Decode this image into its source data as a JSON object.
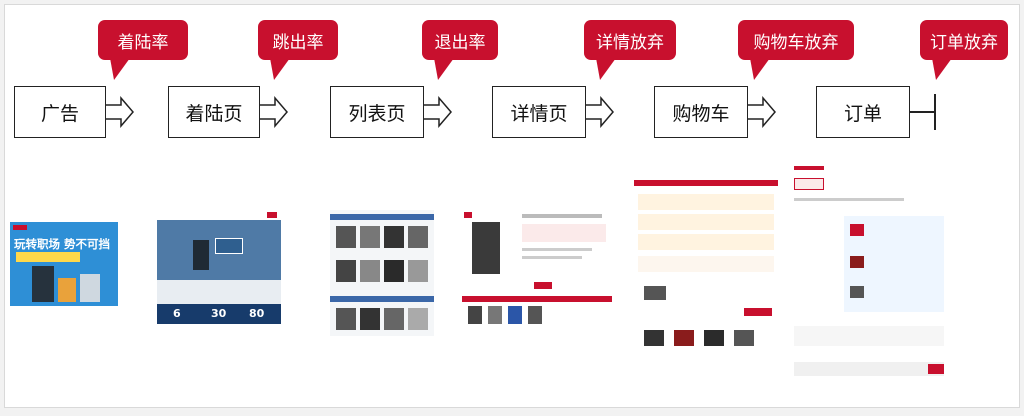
{
  "flow": {
    "stages": [
      {
        "label": "广告"
      },
      {
        "label": "着陆页"
      },
      {
        "label": "列表页"
      },
      {
        "label": "详情页"
      },
      {
        "label": "购物车"
      },
      {
        "label": "订单"
      }
    ],
    "callouts": [
      {
        "label": "着陆率"
      },
      {
        "label": "跳出率"
      },
      {
        "label": "退出率"
      },
      {
        "label": "详情放弃"
      },
      {
        "label": "购物车放弃"
      },
      {
        "label": "订单放弃"
      }
    ]
  },
  "thumbnails": {
    "ad": {
      "headline": "玩转职场 势不可挡"
    },
    "landing": {
      "stats": [
        "6",
        "30",
        "80"
      ]
    }
  },
  "colors": {
    "accent": "#c8102e",
    "box_border": "#222222",
    "ad_blue": "#2e8fd6"
  }
}
